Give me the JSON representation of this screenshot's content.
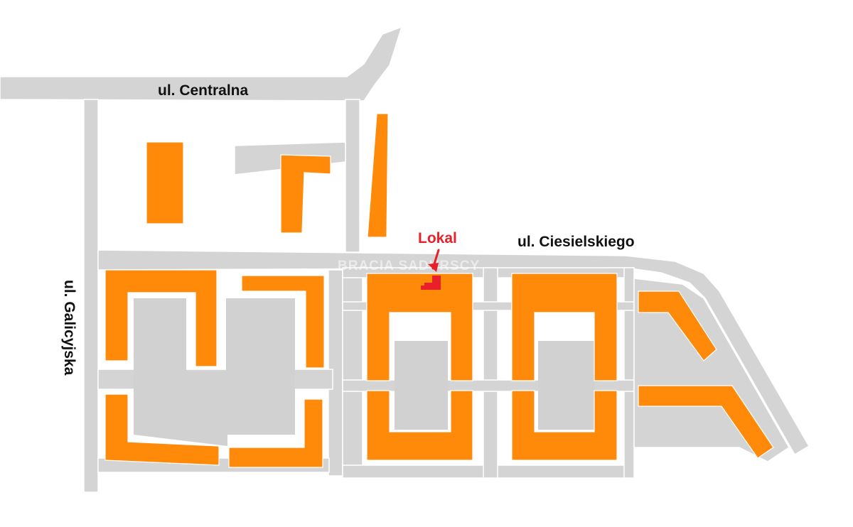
{
  "map": {
    "streets": {
      "centralna": "ul. Centralna",
      "ciesielskiego": "ul. Ciesielskiego",
      "galicyjska": "ul. Galicyjska"
    },
    "marker": {
      "label": "Lokal"
    },
    "watermark": "BRACIA SADURSCY",
    "colors": {
      "road": "#d4d4d4",
      "building": "#ff8a0a",
      "marker": "#e8202a",
      "label_text": "#111111",
      "background": "#ffffff"
    }
  }
}
